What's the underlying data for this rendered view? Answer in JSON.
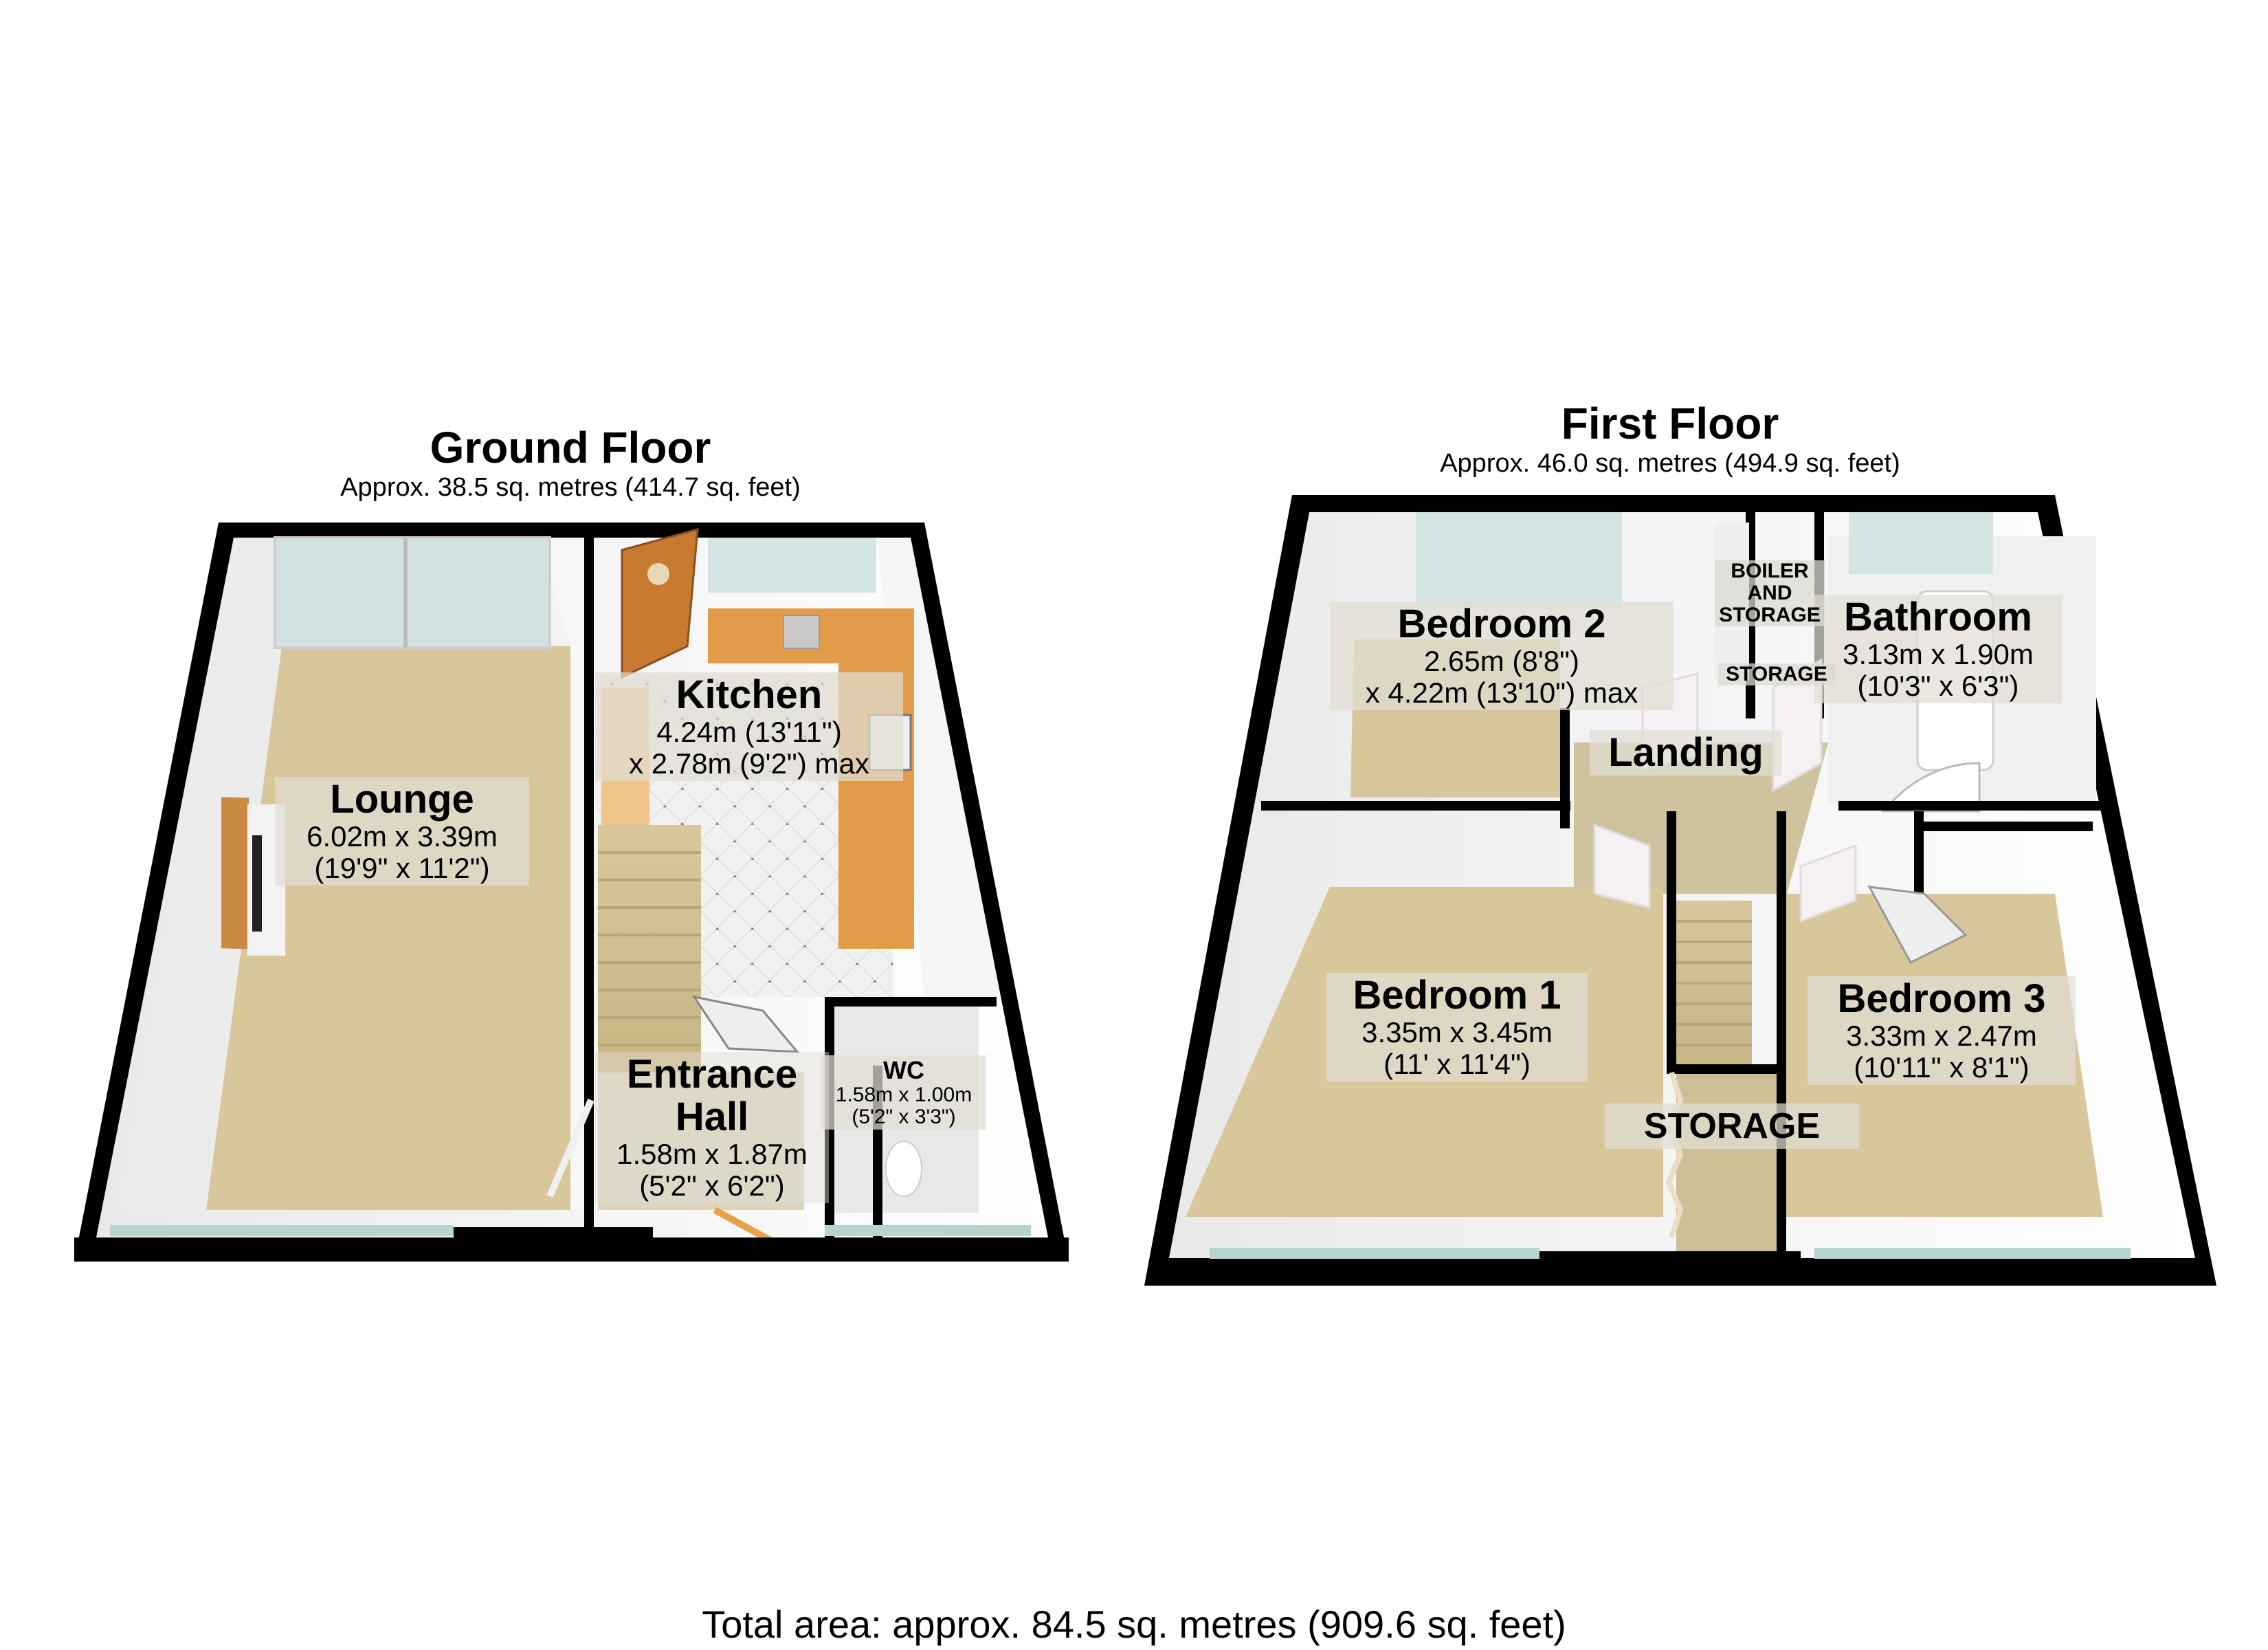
{
  "ground_floor": {
    "title": "Ground Floor",
    "area": "Approx. 38.5 sq. metres (414.7 sq. feet)",
    "rooms": [
      {
        "name": "Lounge",
        "dims": [
          "6.02m x 3.39m",
          "(19'9\" x 11'2\")"
        ]
      },
      {
        "name": "Kitchen",
        "dims": [
          "4.24m (13'11\")",
          "x 2.78m (9'2\") max"
        ]
      },
      {
        "name": "Entrance Hall",
        "name_lines": [
          "Entrance",
          "Hall"
        ],
        "dims": [
          "1.58m x 1.87m",
          "(5'2\" x 6'2\")"
        ]
      },
      {
        "name": "WC",
        "dims": [
          "1.58m x 1.00m",
          "(5'2\" x 3'3\")"
        ]
      }
    ]
  },
  "first_floor": {
    "title": "First Floor",
    "area": "Approx. 46.0 sq. metres (494.9 sq. feet)",
    "rooms": [
      {
        "name": "Bedroom 2",
        "dims": [
          "2.65m (8'8\")",
          "x 4.22m (13'10\") max"
        ]
      },
      {
        "name": "Bathroom",
        "dims": [
          "3.13m x 1.90m",
          "(10'3\" x 6'3\")"
        ]
      },
      {
        "name": "Landing"
      },
      {
        "name": "Bedroom 1",
        "dims": [
          "3.35m x 3.45m",
          "(11' x 11'4\")"
        ]
      },
      {
        "name": "Bedroom 3",
        "dims": [
          "3.33m x 2.47m",
          "(10'11\" x 8'1\")"
        ]
      }
    ],
    "tags": {
      "boiler_storage": [
        "BOILER",
        "AND",
        "STORAGE"
      ],
      "storage_small": "STORAGE",
      "storage_large": "STORAGE"
    }
  },
  "total_area": "Total area: approx. 84.5 sq. metres (909.6 sq. feet)",
  "colors": {
    "wall": "#000000",
    "carpet": "#d8c79a",
    "inner_wall": "#f2f2f2",
    "window": "#cfe3e2",
    "worktop": "#e29b48",
    "tile": "#eeeeee"
  }
}
